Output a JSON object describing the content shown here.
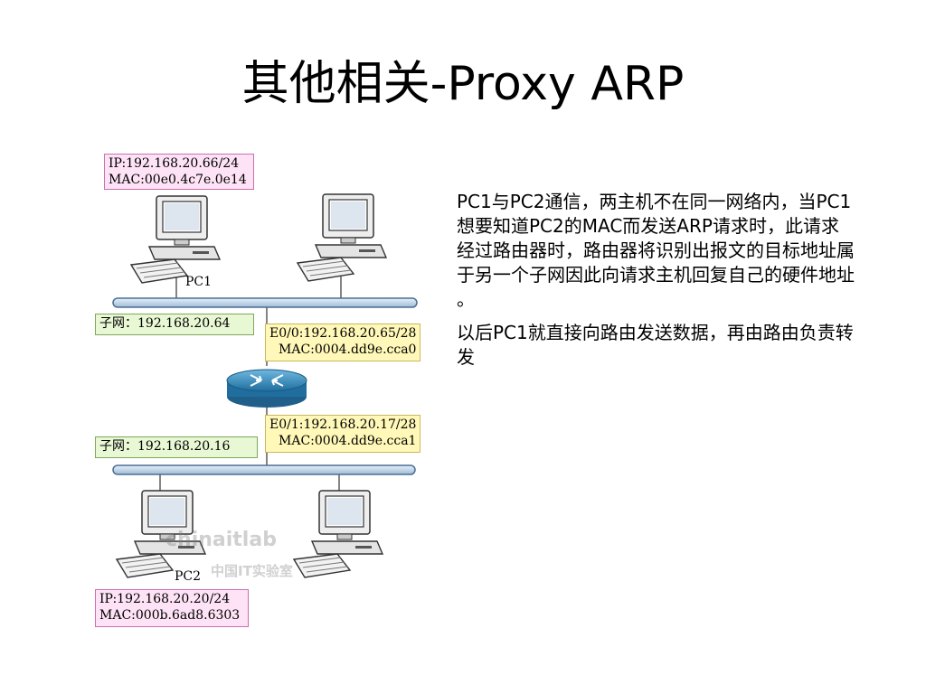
{
  "title": "其他相关-Proxy ARP",
  "diagram": {
    "pc1_box": {
      "line1": "IP:192.168.20.66/24",
      "line2": "MAC:00e0.4c7e.0e14"
    },
    "pc1_label": "PC1",
    "subnet1": "子网：192.168.20.64",
    "e00_box": {
      "line1": "E0/0:192.168.20.65/28",
      "line2": "MAC:0004.dd9e.cca0"
    },
    "e01_box": {
      "line1": "E0/1:192.168.20.17/28",
      "line2": "MAC:0004.dd9e.cca1"
    },
    "subnet2": "子网：192.168.20.16",
    "pc2_label": "PC2",
    "pc2_box": {
      "line1": "IP:192.168.20.20/24",
      "line2": "MAC:000b.6ad8.6303"
    },
    "watermark_line1": "chinaitlab",
    "watermark_line2": "中国IT实验室"
  },
  "description": {
    "paragraph1": "PC1与PC2通信，两主机不在同一网络内，当PC1想要知道PC2的MAC而发送ARP请求时，此请求经过路由器时，路由器将识别出报文的目标地址属于另一个子网因此向请求主机回复自己的硬件地址 。",
    "paragraph2": "以后PC1就直接向路由发送数据，再由路由负责转发"
  },
  "colors": {
    "bus": "#c9dceb",
    "bus_border": "#4a6e96",
    "router": "#3a8fc0",
    "pc_body": "#e8e8e8"
  }
}
